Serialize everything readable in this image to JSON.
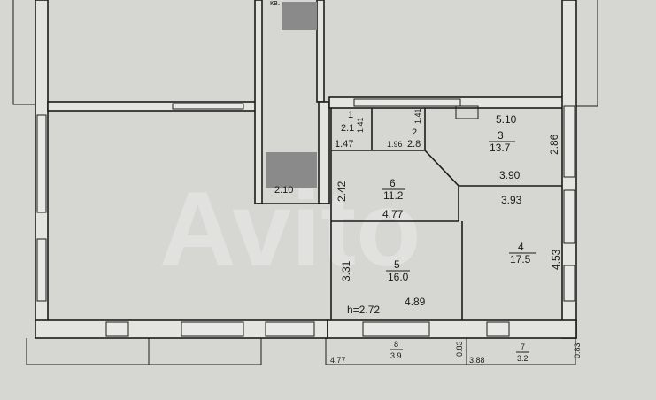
{
  "title_fragment": "кв.",
  "watermark": "Avito",
  "ceiling_height": "h=2.72",
  "rooms": [
    {
      "id": "1",
      "area": "2.1",
      "dims": [
        "1.41",
        "1.47"
      ]
    },
    {
      "id": "2",
      "area": "2.8",
      "dims": [
        "1.41",
        "1.96"
      ]
    },
    {
      "id": "3",
      "area": "13.7",
      "dims": [
        "5.10",
        "2.86",
        "3.90"
      ]
    },
    {
      "id": "4",
      "area": "17.5",
      "dims": [
        "3.93",
        "4.53"
      ]
    },
    {
      "id": "5",
      "area": "16.0",
      "dims": [
        "3.31",
        "4.89"
      ]
    },
    {
      "id": "6",
      "area": "11.2",
      "dims": [
        "2.42",
        "4.77"
      ]
    },
    {
      "id": "7",
      "area": "3.2",
      "dims": [
        "3.88",
        "0.83"
      ]
    },
    {
      "id": "8",
      "area": "3.9",
      "dims": [
        "4.77",
        "0.83"
      ]
    }
  ],
  "corridor_dim": "2.10",
  "colors": {
    "paper": "#d6d6d3",
    "wall": "#e4e4e1",
    "ink": "#1c1c1c",
    "redaction": "#8a8a8a"
  }
}
